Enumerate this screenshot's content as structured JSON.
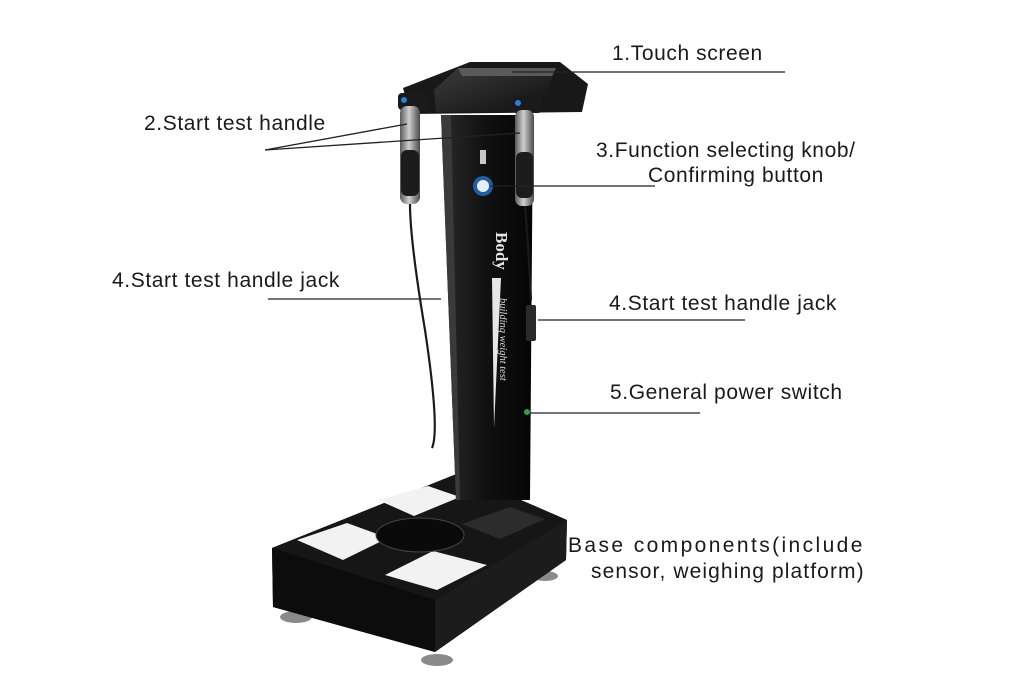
{
  "labels": {
    "touch_screen": "1.Touch screen",
    "start_test_handle": "2.Start test handle",
    "function_knob_line1": "3.Function selecting knob/",
    "function_knob_line2": "Confirming button",
    "handle_jack_left": "4.Start test handle jack",
    "handle_jack_right": "4.Start test handle jack",
    "power_switch": "5.General power switch",
    "base_line1": "Base components(include",
    "base_line2": "sensor, weighing platform)"
  },
  "device": {
    "brand_word": "Body",
    "brand_tagline": "building weight test"
  },
  "colors": {
    "device_body": "#121212",
    "device_edge": "#3a3a3a",
    "highlight": "#5a5a5a",
    "handle_metal": "#8c8c8c",
    "knob_blue": "#2a7fd4",
    "leader_line": "#222222",
    "label_text": "#1a1a1a"
  }
}
